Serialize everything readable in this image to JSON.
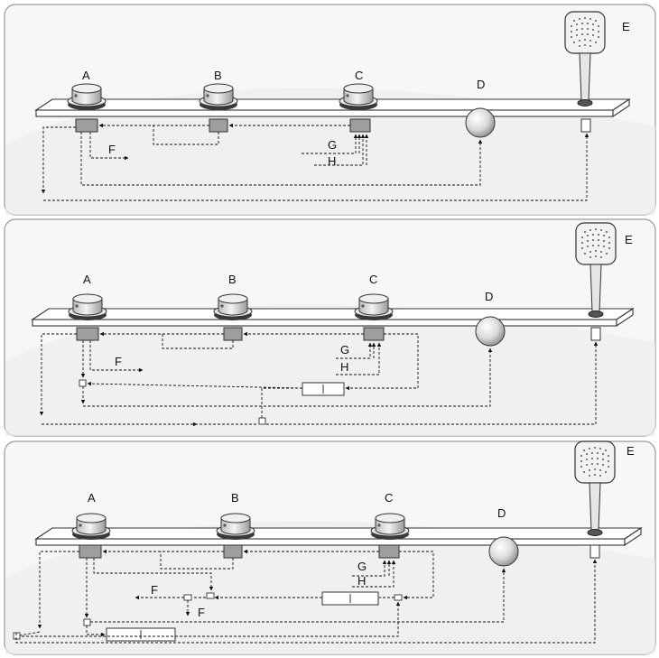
{
  "panels": [
    {
      "labels": {
        "a": "A",
        "b": "B",
        "c": "C",
        "d": "D",
        "e": "E",
        "f": "F",
        "g": "G",
        "h": "H"
      }
    },
    {
      "labels": {
        "a": "A",
        "b": "B",
        "c": "C",
        "d": "D",
        "e": "E",
        "f": "F",
        "g": "G",
        "h": "H"
      }
    },
    {
      "labels": {
        "a": "A",
        "b": "B",
        "c": "C",
        "d": "D",
        "e": "E",
        "f": "F",
        "f2": "F",
        "g": "G",
        "h": "H"
      }
    }
  ],
  "colors": {
    "panel_border": "#9a9a9a",
    "panel_fill": "#f7f7f7",
    "swoosh": "#ebebeb",
    "deck_stroke": "#333333",
    "valve_fill": "#9e9e9e",
    "line": "#111111"
  }
}
